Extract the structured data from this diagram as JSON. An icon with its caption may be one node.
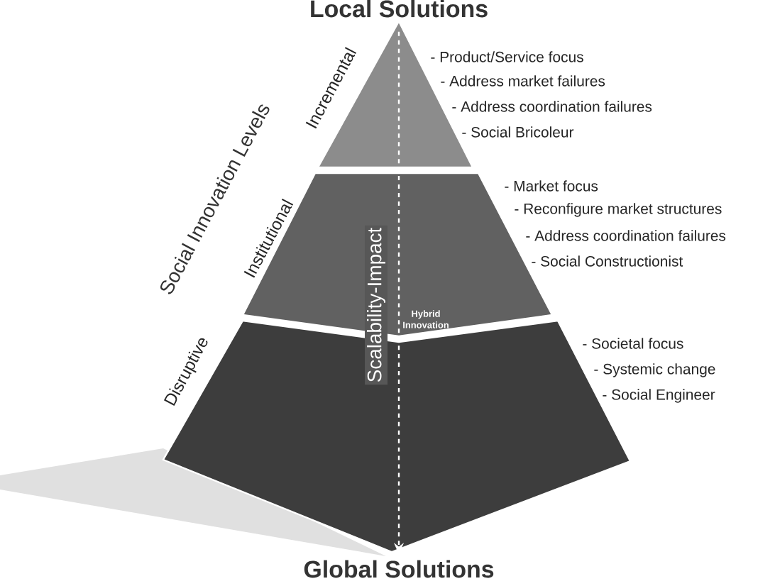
{
  "diagram": {
    "nodes": [
      {
        "text": [
          "Local Solutions"
        ]
      },
      {
        "text": [
          "Incremental"
        ],
        "beside": [
          "- Product/Service focus",
          "- Address market failures",
          "- Address coordination failures",
          "- Social Bricoleur"
        ]
      },
      {
        "text": [
          "Institutional"
        ],
        "beside": [
          "- Market focus",
          "- Reconfigure market structures",
          "- Address coordination failures",
          "- Social Constructionist"
        ]
      },
      {
        "text": [
          "Disruptive"
        ],
        "beside": [
          "- Societal focus",
          "- Systemic change",
          "- Social Engineer"
        ]
      },
      {
        "text": [
          "Global Solutions"
        ]
      }
    ],
    "edges": [
      {
        "from": 0,
        "to": 4,
        "arrow": "to",
        "style": "dashed",
        "label": "Scalability-Impact"
      }
    ],
    "labels": [
      "Social Innovation Levels",
      "Hybrid Innovation"
    ]
  }
}
